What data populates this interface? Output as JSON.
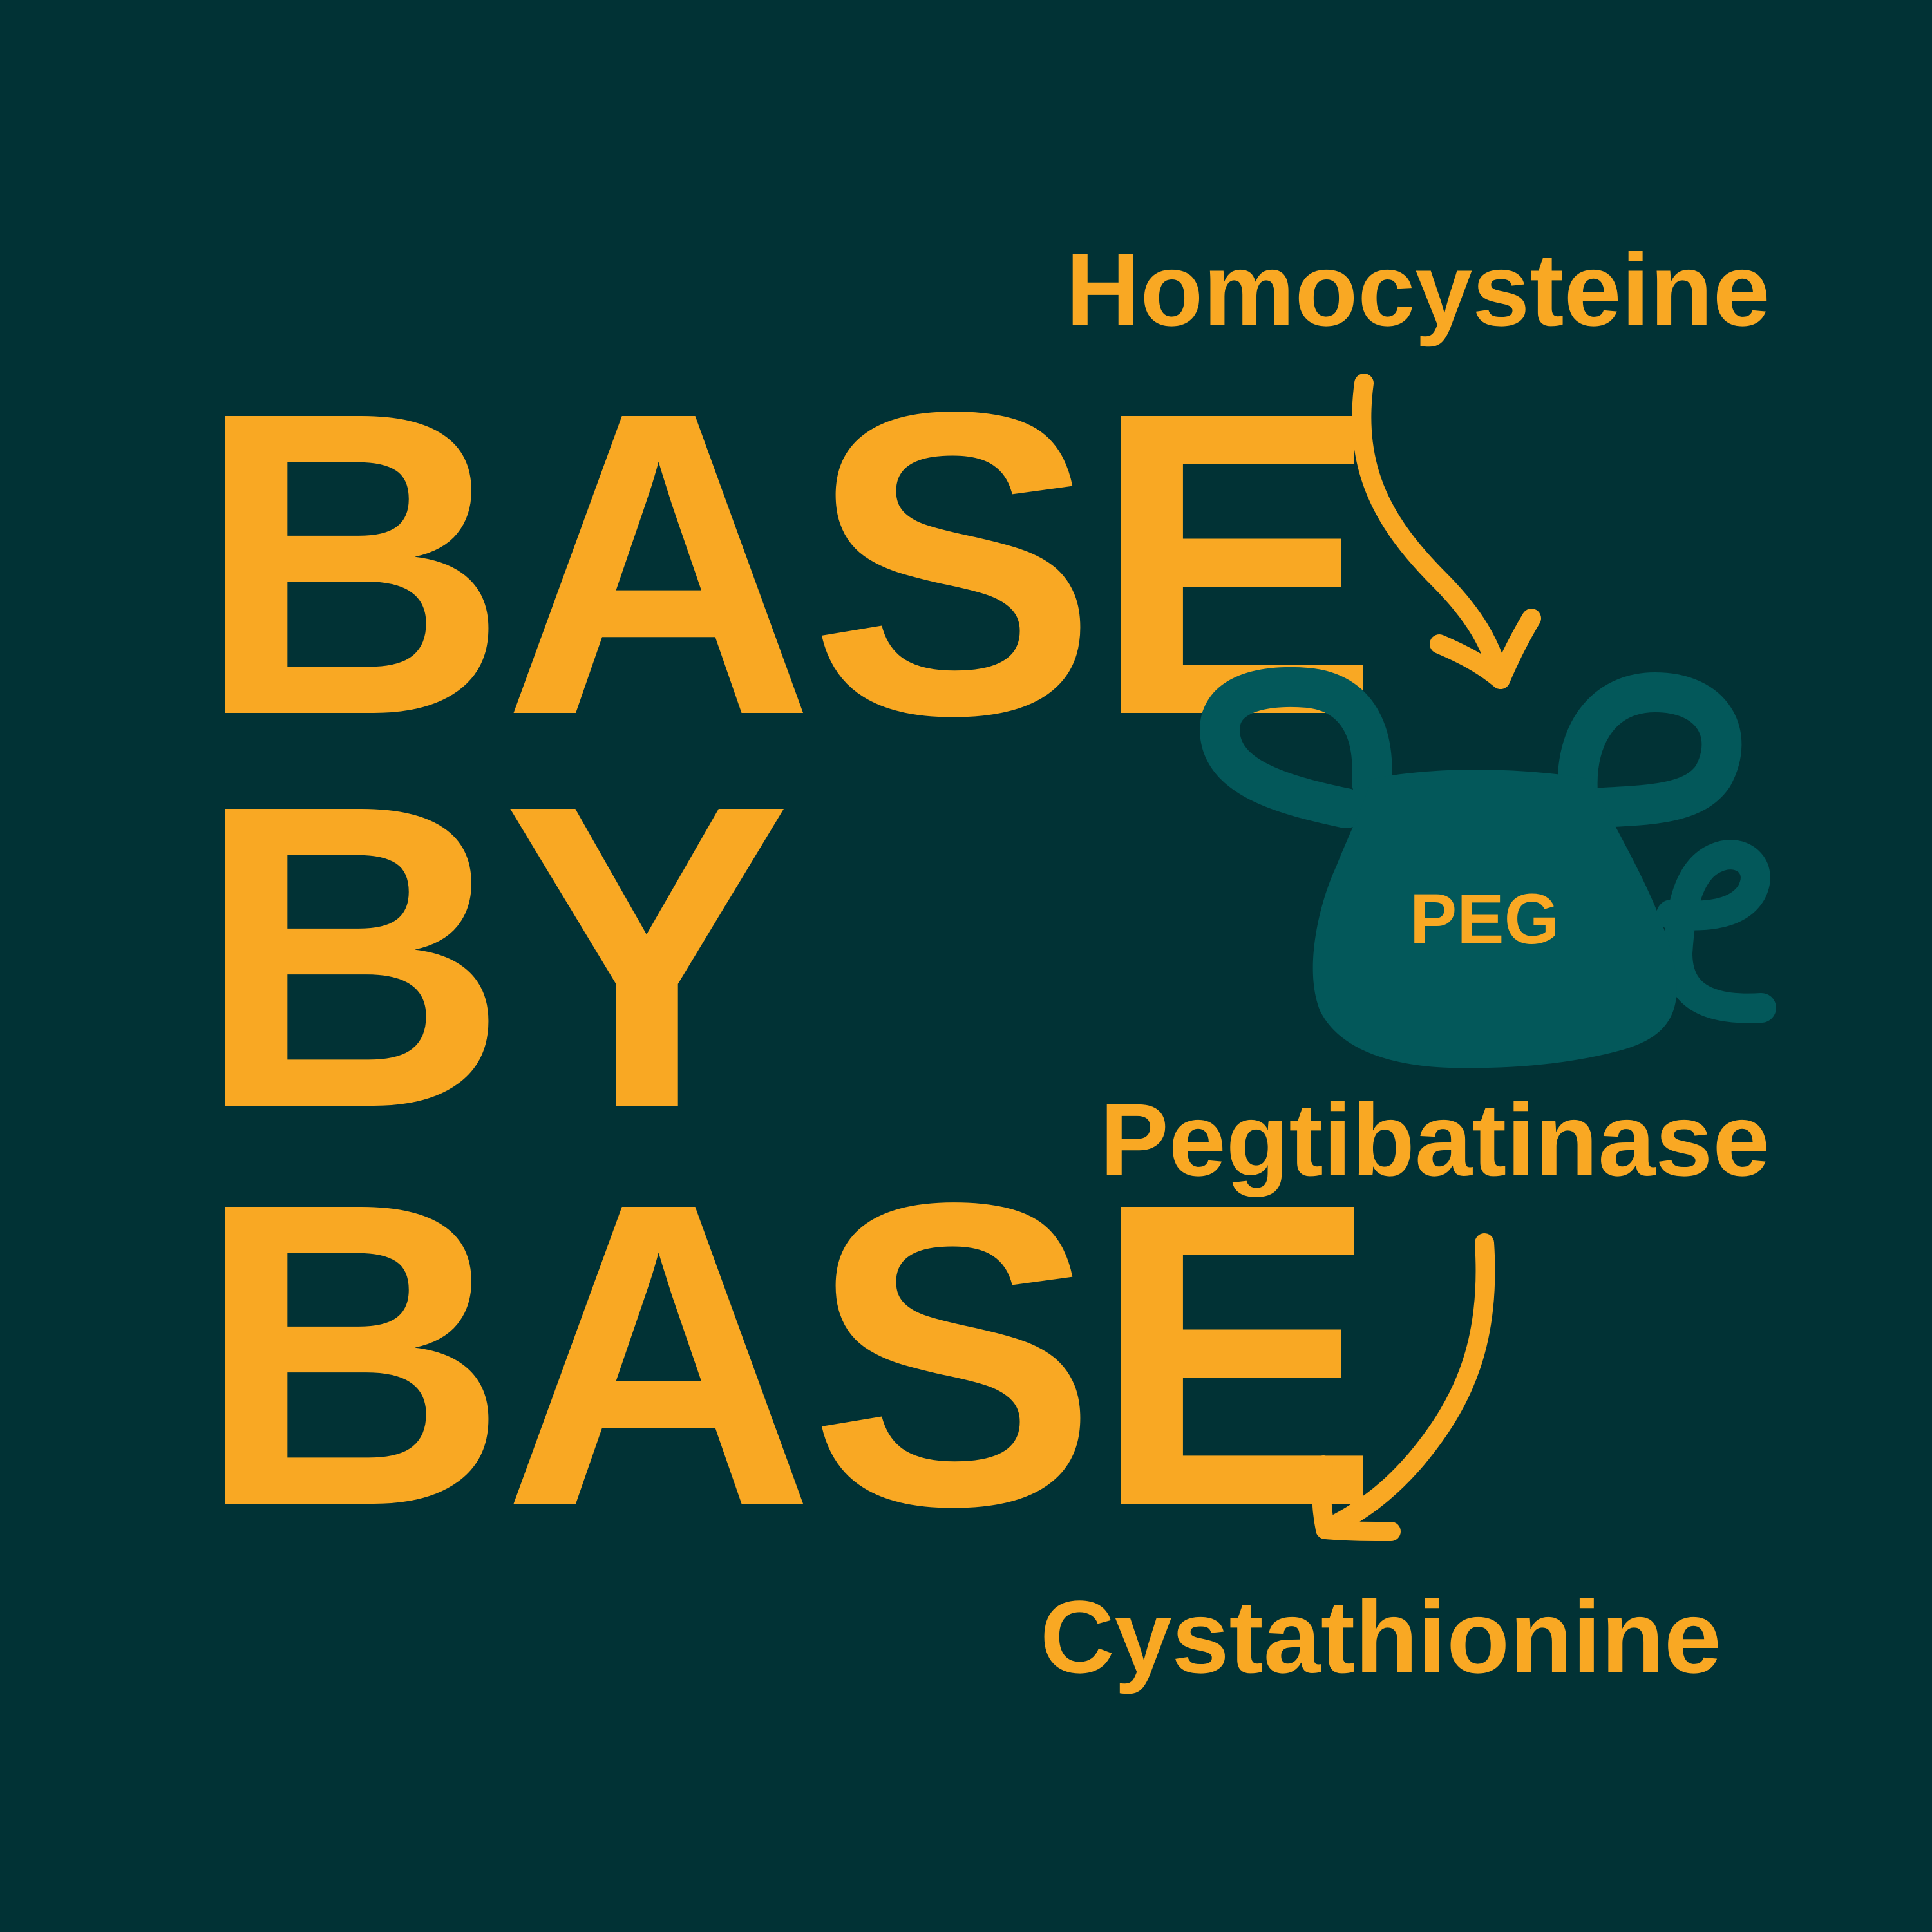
{
  "title": {
    "lines": [
      "BASE",
      "BY",
      "BASE"
    ]
  },
  "pathway": {
    "substrate": "Homocysteine",
    "enzyme_name": "Pegtibatinase",
    "enzyme_tag": "PEG",
    "product": "Cystathionine"
  },
  "colors": {
    "background": "#013235",
    "accent": "#F9A823",
    "enzyme_body": "#03585A"
  },
  "icons": {
    "enzyme": "enzyme-blob-icon",
    "arrow_in": "curved-arrow-down-icon",
    "arrow_out": "curved-arrow-down-left-icon"
  }
}
